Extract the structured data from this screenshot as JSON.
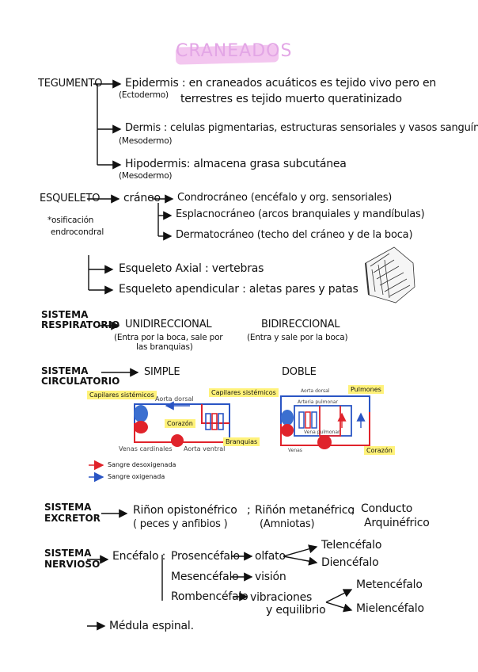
{
  "title": "CRANEADOS",
  "tegumento": {
    "label": "TEGUMENTO",
    "epidermis_1": "Epidermis :  en craneados acuáticos es tejido vivo pero en",
    "epidermis_2": "terrestres es tejido muerto queratinizado",
    "epidermis_origin": "(Ectodermo)",
    "dermis": "Dermis : celulas pigmentarias, estructuras sensoriales y vasos sanguíneos.",
    "dermis_origin": "(Mesodermo)",
    "hipodermis": "Hipodermis:  almacena grasa subcutánea",
    "hipodermis_origin": "(Mesodermo)"
  },
  "esqueleto": {
    "label": "ESQUELETO",
    "craneo": "cráneo",
    "condro": "Condrocráneo (encéfalo y org. sensoriales)",
    "esplacno": "Esplacnocráneo (arcos branquiales y mandíbulas)",
    "dermato": "Dermatocráneo (techo del cráneo y de la boca)",
    "note_1": "*osificación",
    "note_2": "endrocondral",
    "axial": "Esqueleto  Axial  :  vertebras",
    "apendicular": "Esqueleto  apendicular :  aletas pares  y  patas"
  },
  "respiratorio": {
    "label_1": "SISTEMA",
    "label_2": "RESPIRATORIO",
    "uni": "UNIDIRECCIONAL",
    "uni_note_1": "(Entra por la boca, sale por",
    "uni_note_2": "las branquias)",
    "bi": "BIDIRECCIONAL",
    "bi_note": "(Entra y sale por la boca)"
  },
  "circulatorio": {
    "label_1": "SISTEMA",
    "label_2": "CIRCULATORIO",
    "simple": "SIMPLE",
    "doble": "DOBLE",
    "simple_diagram": {
      "capilares": "Capilares sistémicos",
      "aorta_dorsal": "Aorta dorsal",
      "corazon": "Corazón",
      "branquias": "Branquias",
      "venas": "Venas cardinales",
      "aorta_ventral": "Aorta ventral"
    },
    "doble_diagram": {
      "capilares": "Capilares sistémicos",
      "pulmones": "Pulmones",
      "corazon": "Corazón",
      "aorta_dorsal": "Aorta dorsal",
      "arteria": "Arteria pulmonar",
      "vena": "Vena pulmonar",
      "venas": "Venas"
    },
    "legend_desox": "Sangre desoxigenada",
    "legend_ox": "Sangre oxigenada",
    "colors": {
      "red": "#e0232b",
      "blue": "#2a55c4",
      "yellow": "#fff27a"
    }
  },
  "excretor": {
    "label_1": "SISTEMA",
    "label_2": "EXCRETOR",
    "r1": "Riñon  opistonéfrico",
    "r1_note": "( peces  y  anfibios )",
    "sep1": ";",
    "r2": "Riñón  metanéfrico",
    "r2_note": "(Amniotas)",
    "sep2": ";",
    "r3_1": "Conducto",
    "r3_2": "Arquinéfrico"
  },
  "nervioso": {
    "label_1": "SISTEMA",
    "label_2": "NERVIOSO",
    "encefalo": "Encéfalo :",
    "prosen": "Prosencéfalo",
    "olfato": "olfato",
    "telen": "Telencéfalo",
    "dien": "Diencéfalo",
    "mesen": "Mesencéfalo",
    "vision": "visión",
    "romben": "Rombencéfalo",
    "vibr_1": "vibraciones",
    "vibr_2": "y  equilibrio",
    "meten": "Metencéfalo",
    "mielen": "Mielencéfalo",
    "medula": "Médula  espinal."
  }
}
